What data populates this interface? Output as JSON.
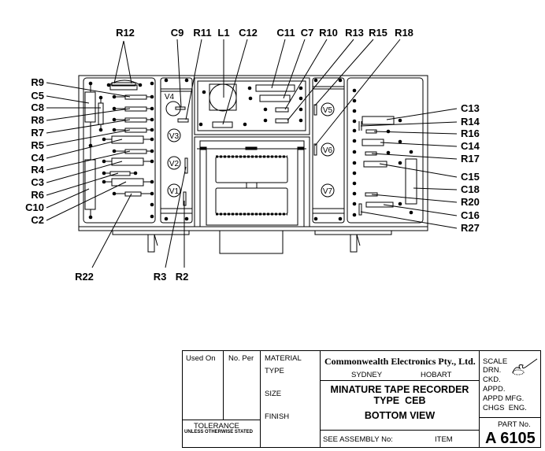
{
  "drawing": {
    "view": "bottom view",
    "callouts_top": [
      "R12",
      "C9",
      "R11",
      "L1",
      "C12",
      "C11",
      "C7",
      "R10",
      "R13",
      "R15",
      "R18"
    ],
    "callouts_left": [
      "R9",
      "C5",
      "C8",
      "R8",
      "R7",
      "R5",
      "C4",
      "R4",
      "C3",
      "R6",
      "C10",
      "C2"
    ],
    "callouts_right": [
      "C13",
      "R14",
      "R16",
      "C14",
      "R17",
      "C15",
      "C18",
      "R20",
      "C16",
      "R27"
    ],
    "callouts_bottom": [
      "R22",
      "R3",
      "R2"
    ],
    "valves": [
      "V4",
      "V3",
      "V2",
      "V1",
      "V5",
      "V6",
      "V7"
    ]
  },
  "title_block": {
    "used_on": "Used On",
    "no_per": "No. Per",
    "material": "MATERIAL",
    "type": "TYPE",
    "size": "SIZE",
    "finish": "FINISH",
    "tolerance": "TOLERANCE",
    "tolerance_note": "UNLESS OTHERWISE STATED",
    "company": "Commonwealth Electronics Pty., Ltd.",
    "city1": "SYDNEY",
    "city2": "HOBART",
    "title1": "MINATURE TAPE RECORDER",
    "title2": "TYPE  CEB",
    "title3": "BOTTOM VIEW",
    "see_assembly": "SEE ASSEMBLY No:",
    "item": "ITEM",
    "scale": "SCALE",
    "drn": "DRN.",
    "ckd": "CKD.",
    "appd": "APPD.",
    "appd_mfg": "APPD MFG.",
    "chgs_eng": "CHGS  ENG.",
    "part_no_label": "PART No.",
    "part_no": "A 6105"
  }
}
